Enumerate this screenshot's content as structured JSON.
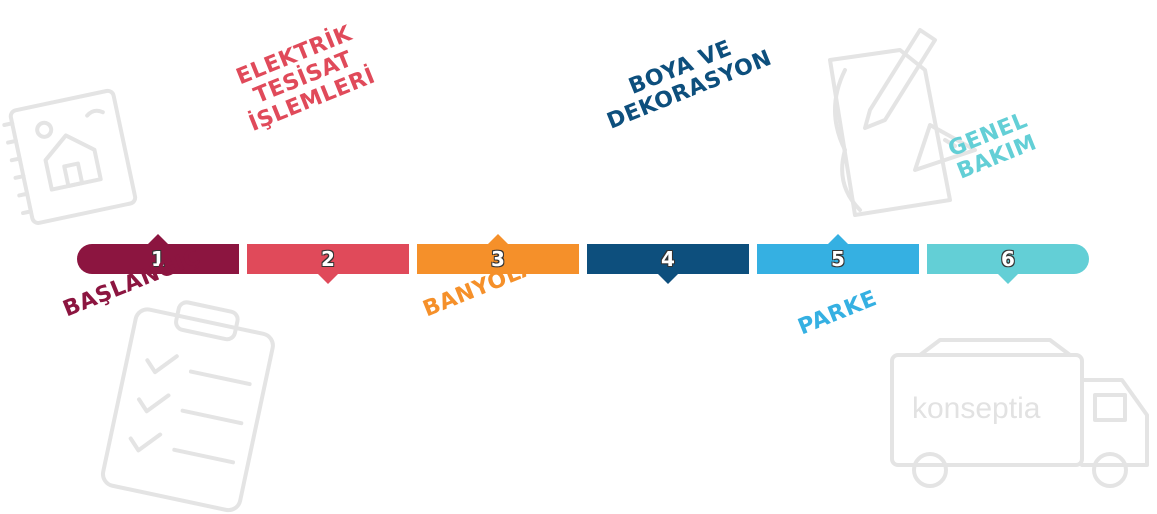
{
  "steps": [
    {
      "num": "1",
      "label": "BAŞLANGIÇ",
      "color": "#8c1540",
      "position": "bottom",
      "notch": "up"
    },
    {
      "num": "2",
      "label_lines": [
        "ELEKTRİK",
        "TESİSAT",
        "İŞLEMLERİ"
      ],
      "color": "#e04a5a",
      "position": "top",
      "notch": "down"
    },
    {
      "num": "3",
      "label": "BANYOLAR",
      "color": "#f5902a",
      "position": "bottom",
      "notch": "up"
    },
    {
      "num": "4",
      "label_lines": [
        "BOYA VE",
        "DEKORASYON"
      ],
      "color": "#0d4f7d",
      "position": "top",
      "notch": "down"
    },
    {
      "num": "5",
      "label": "PARKE",
      "color": "#35b0e2",
      "position": "bottom",
      "notch": "up"
    },
    {
      "num": "6",
      "label_lines": [
        "GENEL",
        "BAKIM"
      ],
      "color": "#63cfd6",
      "position": "top",
      "notch": "down"
    }
  ],
  "watermark": "konseptia",
  "background_icons": [
    "house-sketch-icon",
    "blueprint-pencil-icon",
    "checklist-icon",
    "truck-icon"
  ]
}
